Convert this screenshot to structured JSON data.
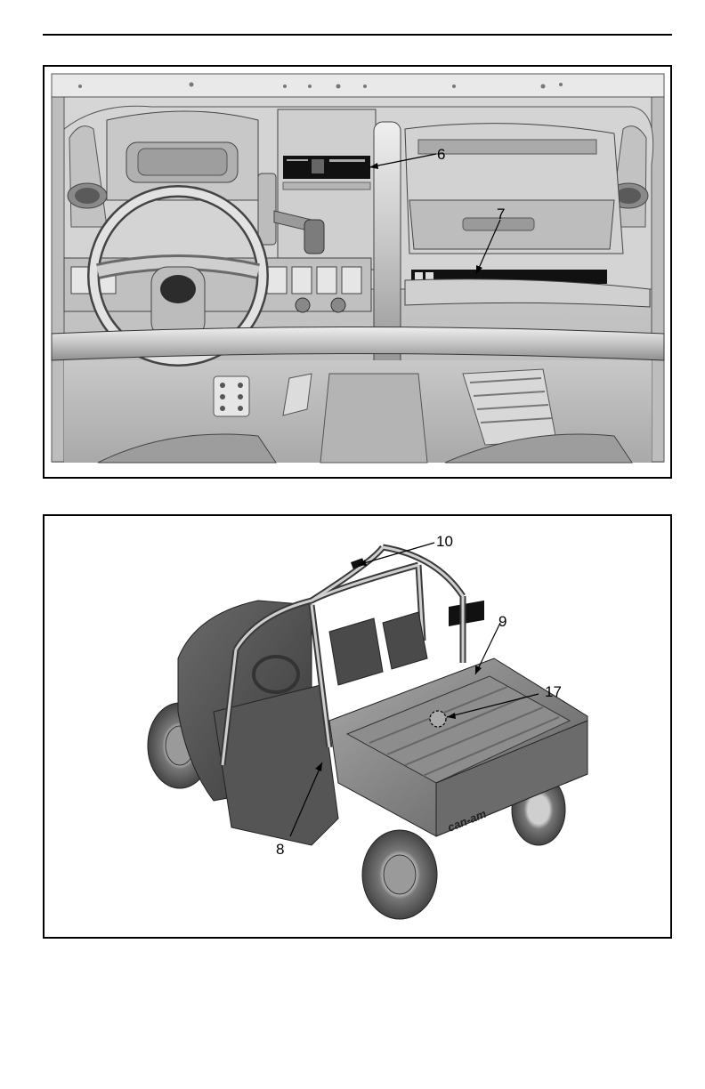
{
  "figures": {
    "dashboard": {
      "callouts": [
        "6",
        "7"
      ]
    },
    "vehicle": {
      "callouts": [
        "10",
        "9",
        "17",
        "8"
      ],
      "logo_text": "can-am"
    }
  }
}
